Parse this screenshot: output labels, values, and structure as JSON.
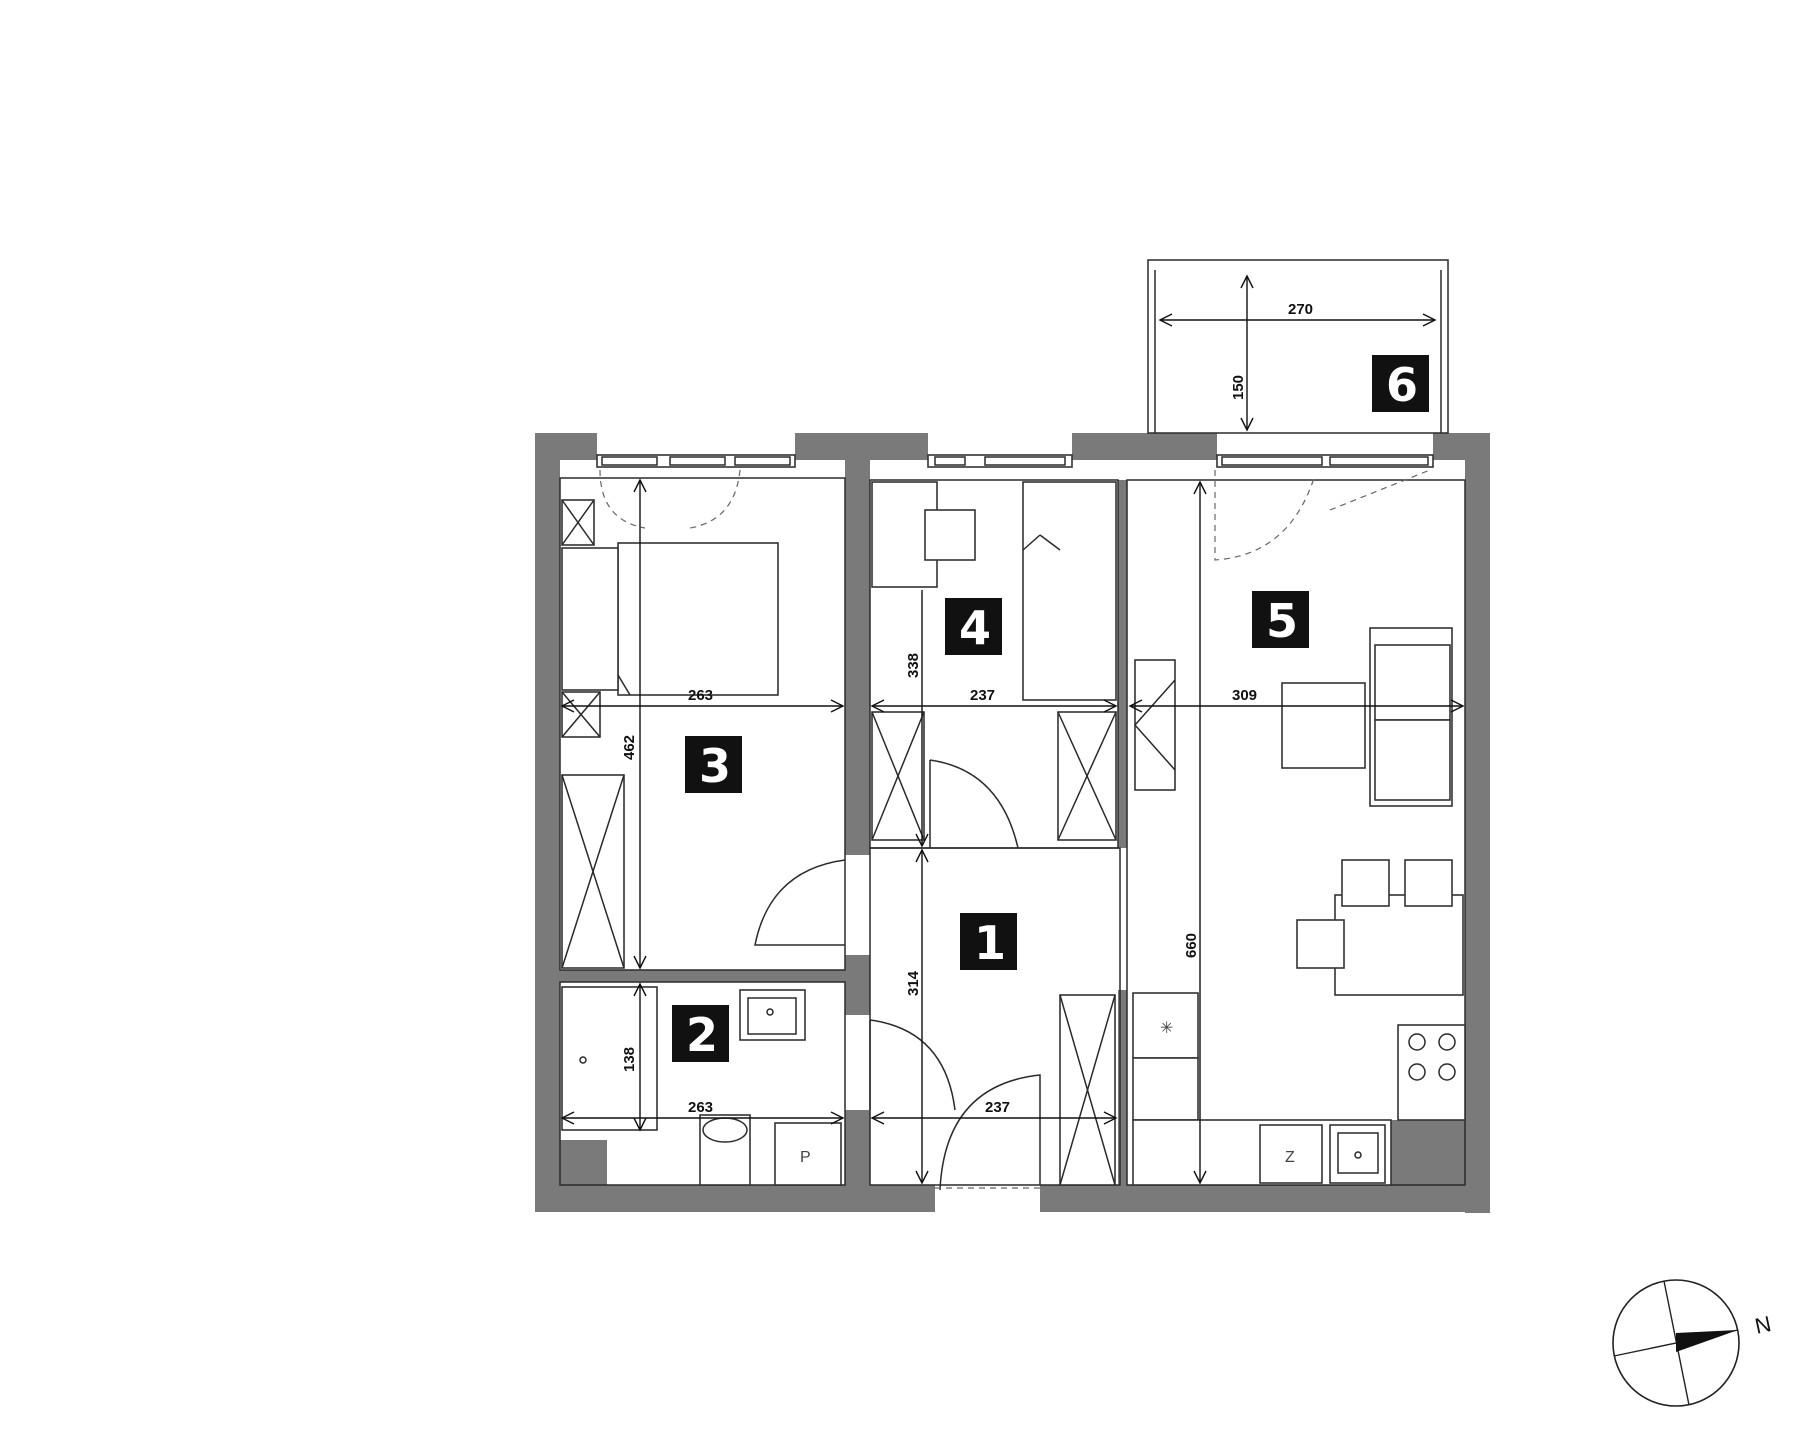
{
  "rooms": [
    {
      "number": "1"
    },
    {
      "number": "2"
    },
    {
      "number": "3"
    },
    {
      "number": "4"
    },
    {
      "number": "5"
    },
    {
      "number": "6"
    }
  ],
  "dimensions": {
    "balcony_width": "270",
    "balcony_depth": "150",
    "room3_width": "263",
    "room3_length": "462",
    "room4_width": "237",
    "room4_length": "338",
    "room5_width": "309",
    "room5_length": "660",
    "hall_length": "314",
    "hall_width": "237",
    "bath_width": "263",
    "bath_length": "138"
  },
  "fixtures": {
    "washer_label": "P",
    "fridge_label": "Z"
  },
  "compass": {
    "label": "N"
  },
  "colors": {
    "wall": "#7a7a7a",
    "badge": "#111111"
  }
}
